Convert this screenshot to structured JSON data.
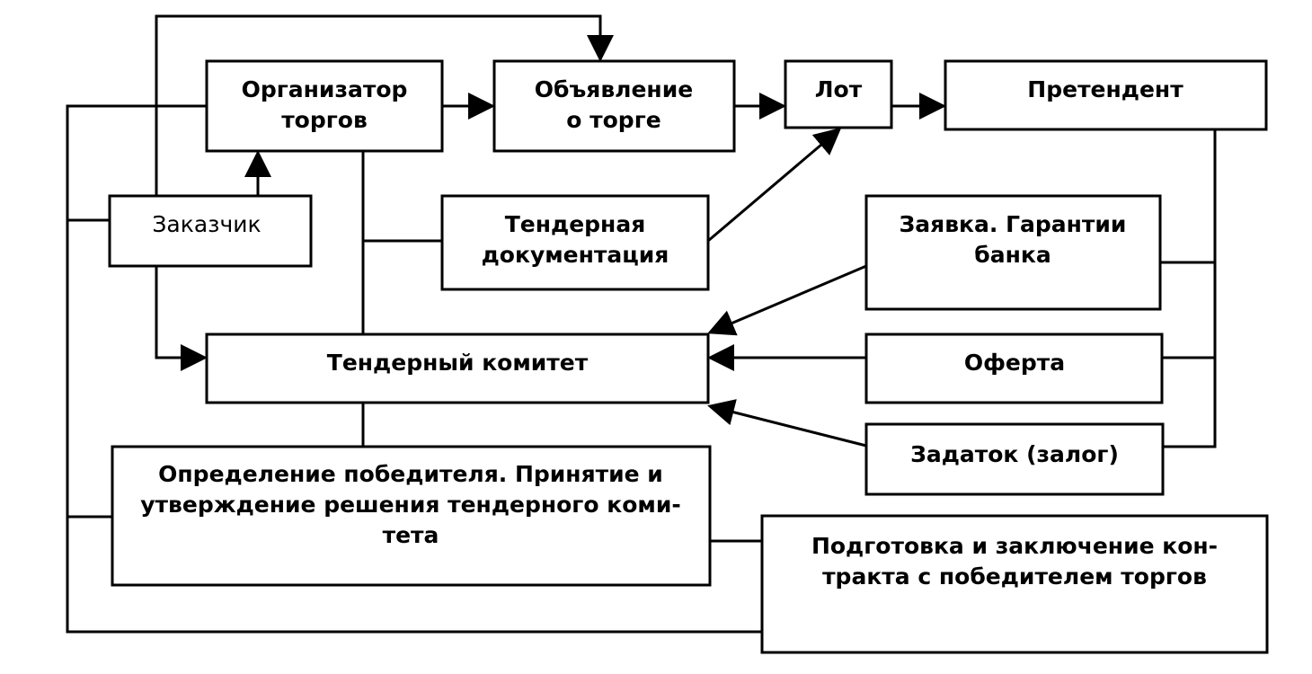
{
  "boxes": {
    "organizer": {
      "lines": [
        "Организатор",
        "торгов"
      ]
    },
    "announcement": {
      "lines": [
        "Объявление",
        "о торге"
      ]
    },
    "lot": {
      "lines": [
        "Лот"
      ]
    },
    "applicant": {
      "lines": [
        "Претендент"
      ]
    },
    "customer": {
      "lines": [
        "Заказчик"
      ]
    },
    "tender_docs": {
      "lines": [
        "Тендерная",
        "документация"
      ]
    },
    "application": {
      "lines": [
        "Заявка. Гарантии",
        "банка"
      ]
    },
    "committee": {
      "lines": [
        "Тендерный комитет"
      ]
    },
    "offer": {
      "lines": [
        "Оферта"
      ]
    },
    "deposit": {
      "lines": [
        "Задаток (залог)"
      ]
    },
    "winner": {
      "lines": [
        "Определение победителя. Принятие и",
        "утверждение решения тендерного коми-",
        "тета"
      ]
    },
    "contract": {
      "lines": [
        "Подготовка и заключение кон-",
        "тракта с победителем торгов"
      ]
    }
  }
}
